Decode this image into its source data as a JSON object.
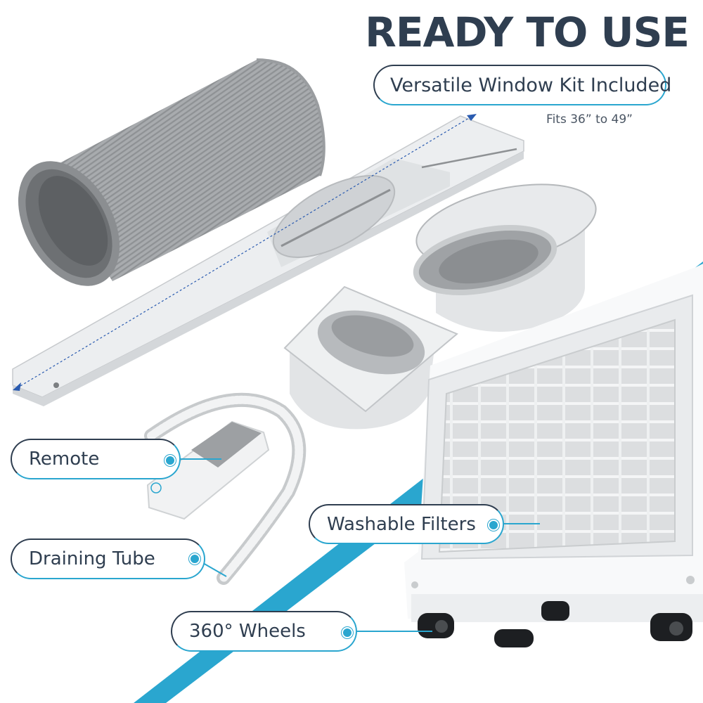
{
  "headline": "READY TO USE",
  "kit_label": "Versatile Window Kit Included",
  "fit_range": "Fits 36” to 49”",
  "callouts": {
    "remote": "Remote",
    "draining_tube": "Draining Tube",
    "washable_filters": "Washable Filters",
    "wheels": "360° Wheels"
  },
  "colors": {
    "title": "#2f3e50",
    "accent": "#2aa6cf",
    "hose": "#a9acaf",
    "plastic": "#e6e8ea",
    "unit": "#f7f8f9",
    "wheel": "#1d1f22"
  }
}
